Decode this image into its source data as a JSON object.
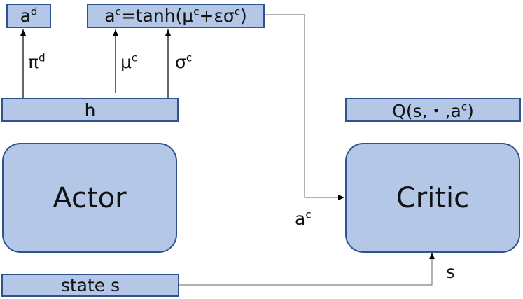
{
  "blocks": {
    "ad": {
      "main": "a",
      "sup": "d"
    },
    "ac_eq": {
      "main_before": "a",
      "sup1": "c",
      "text1": "=tanh(μ",
      "sup2": "c",
      "text2": "+εσ",
      "sup3": "c",
      "text3": ")"
    },
    "h": "h",
    "q": {
      "text1": "Q(s,・,a",
      "sup": "c",
      "text2": ")"
    },
    "actor": "Actor",
    "critic": "Critic",
    "state": "state s"
  },
  "arrow_labels": {
    "pi": {
      "main": "π",
      "sup": "d"
    },
    "mu": {
      "main": "μ",
      "sup": "c"
    },
    "sigma": {
      "main": "σ",
      "sup": "c"
    },
    "ac": {
      "main": "a",
      "sup": "c"
    },
    "s": "s"
  },
  "colors": {
    "fill": "#b4c7e7",
    "stroke": "#2f528f",
    "line": "#808080",
    "arrow": "#000000"
  }
}
